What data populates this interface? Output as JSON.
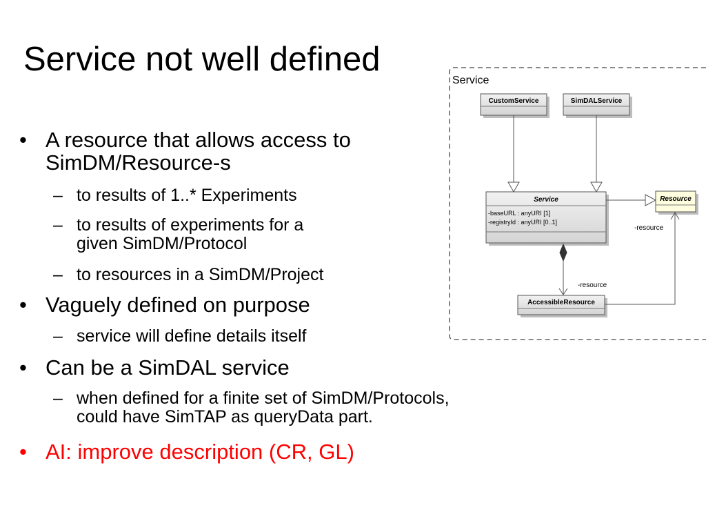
{
  "slide": {
    "title": "Service not well defined",
    "bullets": [
      {
        "level": 1,
        "lines": [
          "A resource that allows access to",
          "SimDM/Resource-s"
        ]
      },
      {
        "level": 2,
        "lines": [
          "to results of 1..* Experiments"
        ]
      },
      {
        "level": 2,
        "lines": [
          "to results of experiments for a",
          "given SimDM/Protocol"
        ]
      },
      {
        "level": 2,
        "lines": [
          "to resources in a SimDM/Project"
        ]
      },
      {
        "level": 1,
        "lines": [
          "Vaguely defined on purpose"
        ]
      },
      {
        "level": 2,
        "lines": [
          "service will define details itself"
        ]
      },
      {
        "level": 1,
        "lines": [
          "Can be a SimDAL service"
        ]
      },
      {
        "level": 2,
        "lines": [
          "when defined for a finite set of SimDM/Protocols,",
          "could have SimTAP as queryData part."
        ]
      },
      {
        "level": 1,
        "lines": [
          "AI: improve description (CR, GL)"
        ],
        "color": "#ff0000"
      }
    ]
  },
  "diagram": {
    "package_label": "Service",
    "classes": {
      "custom_service": "CustomService",
      "simdal_service": "SimDALService",
      "service": "Service",
      "resource": "Resource",
      "accessible_resource": "AccessibleResource"
    },
    "service_attributes": [
      "-baseURL : anyURI [1]",
      "-registryId : anyURI [0..1]"
    ],
    "role_labels": {
      "resource_a": "-resource",
      "resource_b": "-resource"
    },
    "colors": {
      "class_fill": "#e4e4e4",
      "resource_fill": "#ffffe0",
      "border": "#555555",
      "accent": "#ff0000"
    }
  }
}
